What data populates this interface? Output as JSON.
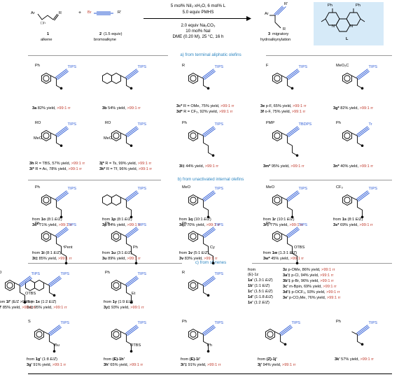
{
  "scheme": {
    "reagent1": {
      "number": "1",
      "name": "alkene",
      "ar": "Ar",
      "r": "R",
      "n": "( )n"
    },
    "reagent2": {
      "number": "2",
      "equiv": "(1.5 equiv)",
      "name": "bromoalkyne",
      "br": "Br",
      "r": "R'"
    },
    "plus": "+",
    "conditions_top": [
      "5 mol% NiI₂·xH₂O, 6 mol% L",
      "5.0 equiv PMHS"
    ],
    "conditions_bottom": [
      "2.0 equiv Na₂CO₃",
      "10 mol% NaI",
      "DME (0.20 M), 25 °C, 16 h"
    ],
    "product": {
      "number": "3",
      "name_line1": "migratory",
      "name_line2": "hydroalkynylation",
      "ar": "Ar",
      "r": "R",
      "rp": "R'"
    },
    "ligand": {
      "label": "L",
      "ph1": "Ph",
      "ph2": "Ph",
      "n1": "N",
      "n2": "N",
      "bg": "#d6eaf8"
    }
  },
  "sections": {
    "a": "a) from terminal aliphatic olefins",
    "b": "b) from unactivated internal olefins",
    "c": "c) from styrenes"
  },
  "rows": {
    "a1": [
      {
        "id": "3a",
        "num": "3a",
        "yield": " 82% yield, ",
        "rr": ">99:1 rr",
        "top": "TIPS",
        "sub": "Ph"
      },
      {
        "id": "3b",
        "num": "3b",
        "yield": " 54% yield, ",
        "rr": ">99:1 rr",
        "top": "TIPS",
        "sub": ""
      },
      {
        "id": "3c",
        "num": "3c*",
        "line1": "R = OMe, 75% yield, ",
        "rr1": ">99:1 rr",
        "num2": "3d*",
        "line2": "R = CF₃, 92% yield, ",
        "rr2": ">99:1 rr",
        "top": "TIPS",
        "sub": "R"
      },
      {
        "id": "3e",
        "num": "3e",
        "line1": "p-F, 65% yield, ",
        "rr1": ">99:1 rr",
        "num2": "3f",
        "line2": "o-F, 75% yield, ",
        "rr2": ">99:1 rr",
        "top": "TIPS",
        "sub": "F"
      },
      {
        "id": "3g",
        "num": "3g*",
        "yield": " 82% yield, ",
        "rr": ">99:1 rr",
        "top": "TIPS",
        "sub": "MeO₂C"
      }
    ],
    "a2": [
      {
        "id": "3h",
        "num": "3h",
        "line1": " R = TBS, 57% yield, ",
        "rr1": ">99:1 rr",
        "num2": "3i*",
        "line2": " R = Ac, 78% yield, ",
        "rr2": ">99:1 rr",
        "top": "TIPS",
        "sub": "RO",
        "sub2": "MeO"
      },
      {
        "id": "3j",
        "num": "3j*",
        "line1": " R = Ts, 99% yield, ",
        "rr1": ">99:1 rr",
        "num2": "3k*",
        "line2": " R = Tf, 96% yield, ",
        "rr2": ">99:1 rr",
        "top": "TIPS",
        "sub": "RO",
        "sub2": "MeO"
      },
      {
        "id": "3l",
        "num": "3l‡",
        "yield": " 44% yield, ",
        "rr": ">99:1 rr",
        "top": "TIPS",
        "sub": "Ph"
      },
      {
        "id": "3m",
        "num": "3m*",
        "yield": " 95% yield, ",
        "rr": ">99:1 rr",
        "top": "TBDPS",
        "sub": "PMP"
      },
      {
        "id": "3n",
        "num": "3n*",
        "yield": " 40% yield, ",
        "rr": ">99:1 rr",
        "top": "Tr",
        "sub": "Ph"
      }
    ],
    "b1": [
      {
        "id": "3o",
        "from": "from ",
        "src": "1o",
        "ratio": " (8:1 ",
        "ez": "E/Z",
        "close": ")",
        "num": "3o*",
        "yield": " 71% yield, ",
        "rr": ">99:1 rr",
        "top": "TIPS",
        "sub": "Ph"
      },
      {
        "id": "3p",
        "from": "from ",
        "src": "1p",
        "ratio": " (8:1 ",
        "ez": "E/Z",
        "close": ")",
        "num": "3p",
        "yield": " 84% yield, ",
        "rr": ">99:1 rr",
        "top": "TIPS",
        "sub": ""
      },
      {
        "id": "3q",
        "from": "from ",
        "src": "1q",
        "ratio": " (10:1 ",
        "ez": "E/Z",
        "close": ")",
        "num": "3q‡",
        "yield": " 70% yield, ",
        "rr": ">99:1 rr",
        "top": "TIPS",
        "sub": "MeO"
      },
      {
        "id": "3r",
        "from": "from ",
        "src": "1r",
        "ratio": "  (10:1 ",
        "ez": "E/Z",
        "close": ")",
        "num": "3r‡",
        "yield": " 77% yield, ",
        "rr": ">99:1 rr",
        "top": "TIPS",
        "sub": "MeO"
      },
      {
        "id": "3s",
        "from": "from ",
        "src": "1s",
        "ratio": " (8:1 ",
        "ez": "E/Z",
        "close": ")",
        "num": "3s*",
        "yield": " 69% yield, ",
        "rr": ">99:1 rr",
        "top": "TIPS",
        "sub": "CF₃"
      }
    ],
    "b2": [
      {
        "id": "3t",
        "from": "from ",
        "src": "1t",
        "ratio": " (8:1 ",
        "ez": "E/Z",
        "close": ")",
        "num": "3t‡",
        "yield": " 85% yield, ",
        "rr": ">99:1 rr",
        "top": "TIPS",
        "sub": "Ph",
        "tail": "ⁿPent"
      },
      {
        "id": "3u",
        "from": "from ",
        "src": "1u",
        "ratio": " (3:1 ",
        "ez": "E/Z",
        "close": ")",
        "num": "3u",
        "yield": " 89% yield, ",
        "rr": ">99:1 rr",
        "top": "TIPS",
        "sub": "Ph",
        "tail": "Ph"
      },
      {
        "id": "3v",
        "from": "from ",
        "src": "1v",
        "ratio": " (5:1 ",
        "ez": "E/Z",
        "close": ")",
        "num": "3v",
        "yield": " 83% yield, ",
        "rr": ">99:1 rr",
        "top": "TIPS",
        "sub": "Ph",
        "tail": "Cy"
      },
      {
        "id": "3w",
        "from": "from ",
        "src": "1w",
        "ratio": " (1.3:1 ",
        "ez": "E/Z",
        "close": ")",
        "num": "3w*",
        "yield": " 45% yield, ",
        "rr": ">99:1 rr",
        "top": "TIPS",
        "sub": "Ph",
        "tail": "OTBS",
        "sub3": "2"
      }
    ],
    "c1": [
      {
        "id": "3x",
        "from": "from ",
        "src": "1x",
        "ratio": " (1:2 ",
        "ez": "E/Z",
        "close": ")",
        "num": "3x‡",
        "yield": " 95% yield, ",
        "rr": ">99:1 rr",
        "top": "TIPS"
      },
      {
        "id": "3y",
        "from": "from ",
        "src": "1y",
        "ratio": " (1:9 ",
        "ez": "E/Z",
        "close": ")",
        "num": "3y‡",
        "yield": " 93% yield, ",
        "rr": ">99:1 rr",
        "top": "TIPS",
        "sub": "Ph",
        "tail": "Et"
      },
      {
        "id": "3zlist",
        "header": "from",
        "hsrc": "(E)-1z",
        "srcs": [
          {
            "s": "1a'",
            "r": " (1.3:1 ",
            "ez": "E/Z",
            "c": ")"
          },
          {
            "s": "1b'",
            "r": " (1:1 ",
            "ez": "E/Z",
            "c": ")"
          },
          {
            "s": "1c'",
            "r": " (1.5:1 ",
            "ez": "E/Z",
            "c": ")"
          },
          {
            "s": "1d'",
            "r": " (1:1.8 ",
            "ez": "E/Z",
            "c": ")"
          },
          {
            "s": "1e'",
            "r": " (1:2 ",
            "ez": "E/Z",
            "c": ")"
          }
        ],
        "prods": [
          {
            "n": "3z",
            "t": " p-OMe, 86% yield, ",
            "rr": ">99:1 rr"
          },
          {
            "n": "3a'‡",
            "t": " p-Cl, 94% yield, ",
            "rr": ">99:1 rr"
          },
          {
            "n": "3b'‡",
            "t": " p-Br, 96% yield, ",
            "rr": ">99:1 rr"
          },
          {
            "n": "3c'",
            "t": " m-Bpin, 69% yield, ",
            "rr": ">99:1 rr"
          },
          {
            "n": "3d'‡",
            "t": " p-OCF₃, 93% yield, ",
            "rr": ">99:1 rr"
          },
          {
            "n": "3e'",
            "t": " p-CO₂Me, 76% yield, ",
            "rr": ">99:1 rr"
          }
        ],
        "top": "TIPS",
        "sub": "R"
      },
      {
        "id": "3f",
        "from": "from ",
        "src": "1f'",
        "ratio": " (E/Z >95:5 ",
        "ez": "",
        "close": ")",
        "num": "3f'",
        "yield": " 85% yield, ",
        "rr": ">99:1 rr",
        "top": "TIPS",
        "tail": "OTBS",
        "sub": "O"
      }
    ],
    "c2": [
      {
        "id": "3g2",
        "from": "from ",
        "src": "1g'",
        "ratio": " (1:8 ",
        "ez": "E/Z",
        "close": ")",
        "num": "3g'",
        "yield": " 91% yield, ",
        "rr": ">99:1 rr",
        "top": "TIPS",
        "sub": "S",
        "tail": "ⁿBu"
      },
      {
        "id": "3h2",
        "from": "from ",
        "src": "(E)-1h'",
        "ratio": "",
        "ez": "",
        "close": "",
        "num": "3h'",
        "yield": " 65% yield, ",
        "rr": ">99:1 rr",
        "top": "TIPS",
        "tail": "OTBS"
      },
      {
        "id": "3i2",
        "from": "from ",
        "src": "(E)-1i'",
        "ratio": "",
        "ez": "",
        "close": "",
        "num": "3i'‡",
        "yield": " 91% yield, ",
        "rr": ">99:1 rr",
        "top": "TIPS",
        "sub": "Ph",
        "tail": "Ph"
      },
      {
        "id": "3j2",
        "from": "from ",
        "src": "(Z)-1j'",
        "ratio": "",
        "ez": "",
        "close": "",
        "num": "3j'",
        "yield": " 94% yield, ",
        "rr": ">99:1 rr",
        "top": "TIPS"
      },
      {
        "id": "3k2",
        "from": "",
        "src": "",
        "ratio": "",
        "ez": "",
        "close": "",
        "num": "3k'",
        "yield": " 57% yield, ",
        "rr": ">99:1 rr",
        "top": "TIPS",
        "sub": "Ph"
      }
    ]
  }
}
